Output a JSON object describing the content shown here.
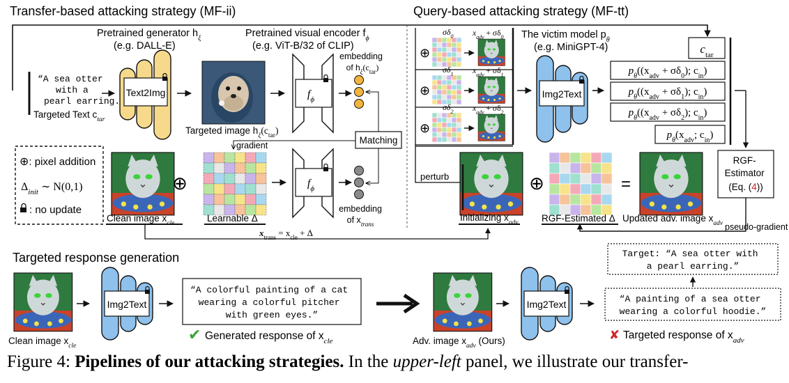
{
  "figure": {
    "panel_left_title": "Transfer-based attacking strategy (MF-ii)",
    "panel_right_title": "Query-based attacking strategy (MF-tt)",
    "panel_bottom_title": "Targeted response generation",
    "generator_title": "Pretrained generator h",
    "generator_title_sub": "ξ",
    "generator_example": "(e.g. DALL-E)",
    "encoder_title": "Pretrained visual encoder f",
    "encoder_title_sub": "ϕ",
    "encoder_example": "(e.g. ViT-B/32 of CLIP)",
    "victim_title": "The victim model p",
    "victim_title_sub": "θ",
    "victim_example": "(e.g. MiniGPT-4)",
    "quote_lines": [
      "“A sea otter",
      "with a",
      "pearl earring.”"
    ],
    "targeted_text": "Targeted Text c",
    "targeted_text_sub": "tar",
    "text2img": "Text2Img",
    "img2text": "Img2Text",
    "f_phi": "f",
    "f_phi_sub": "ϕ",
    "targeted_image": "Targeted image h",
    "targeted_image_rest": "(c",
    "targeted_image_sub": "tar",
    "embedding_label": "embedding",
    "embedding_of_htar": "of h",
    "embedding_of_htar_rest": "(c",
    "embedding_of_xtrans": "of x",
    "embedding_of_xtrans_sub": "trans",
    "matching": "Matching",
    "gradient": "gradient",
    "legend_pixel": ": pixel addition",
    "legend_delta": "Δ",
    "legend_delta_sub": "init",
    "legend_dist": "∼ N(0,1)",
    "legend_lock": ": no update",
    "clean_image": "Clean image x",
    "clean_image_sub": "cle",
    "learnable_delta": "Learnable Δ",
    "xtrans_eq": "x",
    "xtrans_eq_sub": "trans",
    "xtrans_eq_rest": " = x",
    "xtrans_eq_sub2": "cle",
    "xtrans_eq_end": " + Δ",
    "sigma_deltas": [
      "σδ",
      "σδ",
      "σδ"
    ],
    "sigma_subs": [
      "0",
      "1",
      "2"
    ],
    "xadv_plus": [
      "x",
      "x",
      "x"
    ],
    "xadv_plus_rest": " + σδ",
    "xadv_sub": "adv",
    "c_tar": "c",
    "c_tar_sub": "tar",
    "prob_lines": [
      {
        "pre": "p",
        "mid": "((x",
        "post": " + σδ",
        "idx": "0",
        "end": "); c"
      },
      {
        "pre": "p",
        "mid": "((x",
        "post": " + σδ",
        "idx": "1",
        "end": "); c"
      },
      {
        "pre": "p",
        "mid": "((x",
        "post": " + σδ",
        "idx": "2",
        "end": "); c"
      }
    ],
    "prob_last": "p",
    "prob_last_mid": "(x",
    "prob_last_end": "; c",
    "in_sub": "in",
    "rgf_lines": [
      "RGF-",
      "Estimator",
      "(Eq. (",
      "4",
      "))"
    ],
    "perturb": "perturb",
    "initializing": "Initializing x",
    "rgf_estimated": "RGF-Estimated Δ",
    "updated_adv": "Updated adv. image x",
    "pseudo_gradient": "pseudo-gradient",
    "target_box_lines": [
      "Target: “A sea otter with",
      "a pearl earring.”"
    ],
    "clean_response_lines": [
      "“A colorful painting of a cat",
      "wearing a colorful pitcher",
      "with green eyes.”"
    ],
    "adv_response_lines": [
      "“A painting of a sea otter",
      "wearing a colorful hoodie.”"
    ],
    "generated_response": "Generated response of x",
    "targeted_response": "Targeted response of x",
    "adv_image_ours": "Adv. image x",
    "adv_image_ours_rest": " (Ours)",
    "clean_image_bottom": "Clean image x",
    "pixel_add_symbol": "⊕",
    "equals": "=",
    "check": "✔",
    "cross": "✘"
  },
  "caption": {
    "lead": "Figure 4: ",
    "bold": "Pipelines of our attacking strategies.",
    "mid": " In the ",
    "italic": "upper-left",
    "tail": " panel, we illustrate our transfer-"
  },
  "colors": {
    "yellow": "#f6d98a",
    "blue": "#8ec1ec",
    "orange": "#f3b43c",
    "gray": "#8a8a8a",
    "red": "#d0242c",
    "green": "#3aa33a"
  }
}
